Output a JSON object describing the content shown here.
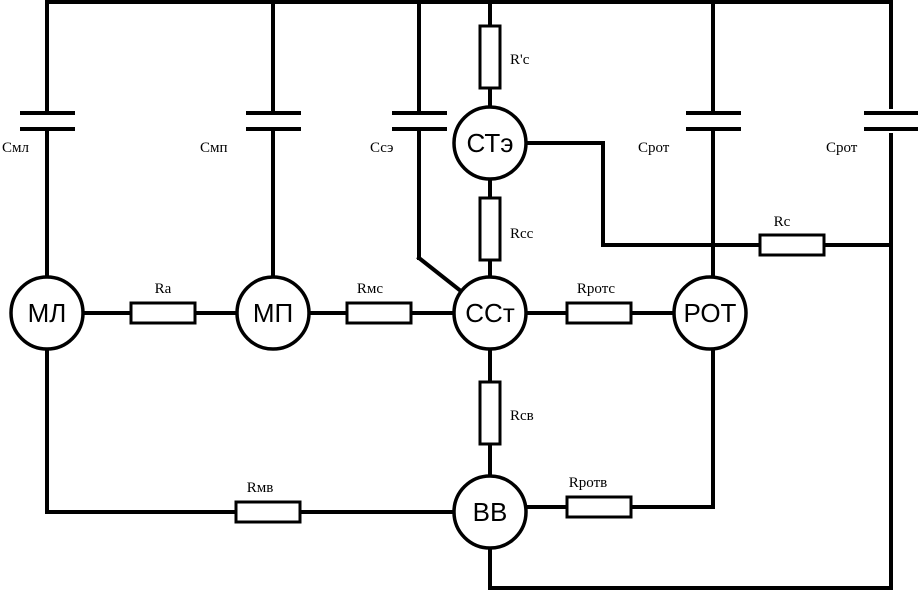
{
  "nodes": {
    "ml": "МЛ",
    "mp": "МП",
    "sst": "ССт",
    "rot": "РОТ",
    "ste": "СТэ",
    "vv": "ВВ"
  },
  "resistors": {
    "r_prime_c": "R'c",
    "rss": "Rcc",
    "ra": "Ra",
    "rmc": "Rмс",
    "rrotc": "Rротс",
    "rc": "Rc",
    "rsv": "Rсв",
    "rmv": "Rмв",
    "rrotv": "Rротв"
  },
  "capacitors": {
    "cml": "Смл",
    "cmp": "Смп",
    "cse": "Ссэ",
    "crot1": "Срот",
    "crot2": "Срот"
  }
}
